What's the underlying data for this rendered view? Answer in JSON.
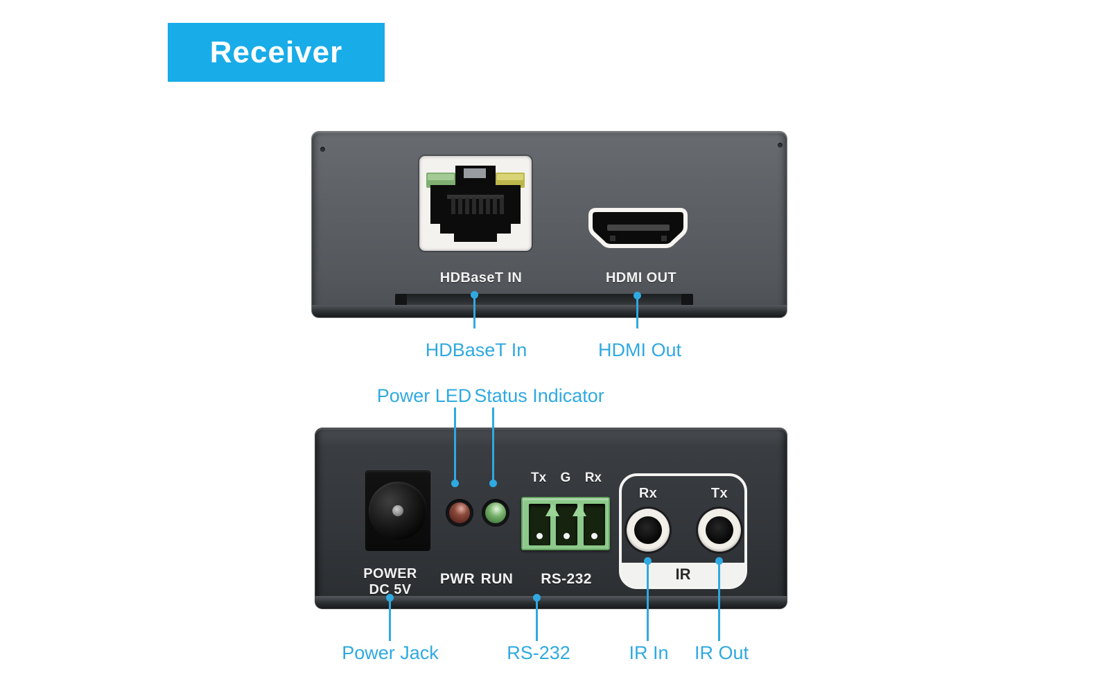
{
  "badge": {
    "label": "Receiver"
  },
  "colors": {
    "badge_blue": "#18ACE8",
    "callout_blue": "#2FA9E1",
    "terminal_green": "#8CC98A",
    "led_red": "#8A4A3C",
    "led_green": "#77B06C"
  },
  "front_panel": {
    "rj45_print": "HDBaseT IN",
    "hdmi_print": "HDMI OUT",
    "callouts": {
      "hdbaset": "HDBaseT In",
      "hdmi": "HDMI Out"
    }
  },
  "rear_panel": {
    "power_print_line1": "POWER",
    "power_print_line2": "DC 5V",
    "pwr_print": "PWR",
    "run_print": "RUN",
    "rs232_print": "RS-232",
    "terminal_pins": {
      "tx": "Tx",
      "g": "G",
      "rx": "Rx"
    },
    "ir_print": "IR",
    "ir_rx_print": "Rx",
    "ir_tx_print": "Tx",
    "callouts": {
      "power_led": "Power LED",
      "status_indicator": "Status Indicator",
      "power_jack": "Power Jack",
      "rs232": "RS-232",
      "ir_in": "IR In",
      "ir_out": "IR Out"
    }
  }
}
